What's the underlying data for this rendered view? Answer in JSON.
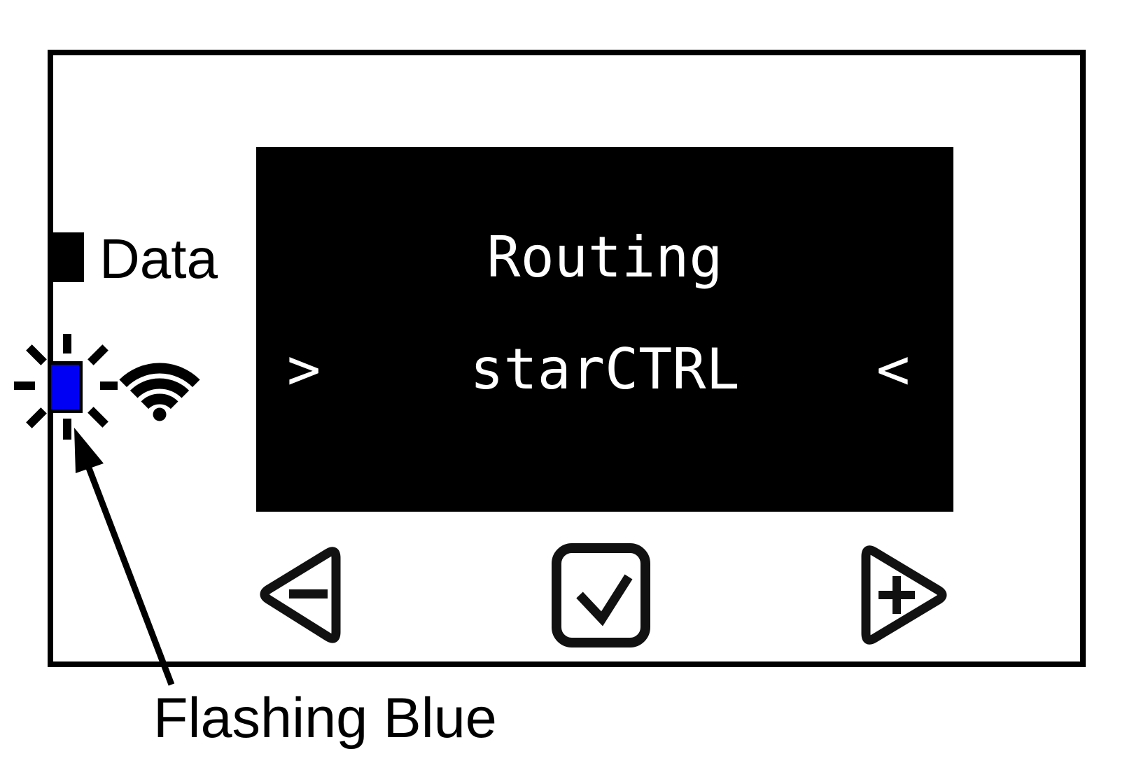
{
  "display": {
    "line1": "Routing",
    "line2": "starCTRL",
    "cursor_left": ">",
    "cursor_right": "<",
    "bg_color": "#000000",
    "fg_color": "#ffffff"
  },
  "indicators": {
    "data_led": {
      "label": "Data",
      "color": "#000000",
      "state": "on"
    },
    "wifi_led": {
      "icon": "wifi-icon",
      "color": "#0000f5",
      "state": "flashing"
    }
  },
  "buttons": {
    "minus": {
      "icon": "triangle-left-minus-icon",
      "glyph": "-"
    },
    "confirm": {
      "icon": "checkbox-check-icon",
      "glyph": "✓"
    },
    "plus": {
      "icon": "triangle-right-plus-icon",
      "glyph": "+"
    }
  },
  "annotation": {
    "label": "Flashing Blue"
  }
}
